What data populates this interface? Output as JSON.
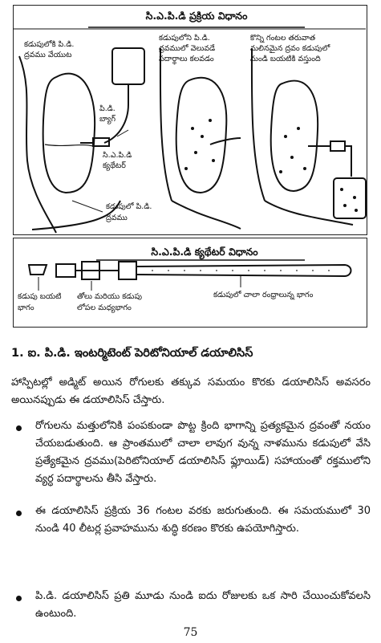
{
  "figure_top": {
    "title": "సి.ఎ.పి.డి ప్రక్రియ విధానం",
    "labels": {
      "l1a": "కడుపులోకి పి.డి.",
      "l1b": "ద్రవము వేయుట",
      "l2a": "కడుపులోని పి.డి.",
      "l2b": "ద్రవములో వెలువడే",
      "l2c": "పదార్థాలు కలవడం",
      "l3a": "కొన్ని గంటల తరువాత",
      "l3b": "మలినమైన ద్రవం కడుపులో",
      "l3c": "నుండి బయటికి వస్తుంది",
      "bag_a": "పి.డి.",
      "bag_b": "బ్యాగ్",
      "cath_a": "సి.ఎ.పి.డి",
      "cath_b": "క్యథేటర్",
      "fluid_a": "కడుపులో పి.డి.",
      "fluid_b": "ద్రవము"
    }
  },
  "figure_bottom": {
    "title": "సి.ఎ.పి.డి క్యథేటర్ విధానం",
    "labels": {
      "b1a": "కడుపు బయటి",
      "b1b": "భాగం",
      "b2a": "తోలు మరియు కడుపు",
      "b2b": "లోపల మధ్యభాగం",
      "b3": "కడుపులో చాలా రంధ్రాలున్న భాగం"
    }
  },
  "section": {
    "heading": "1. ఐ. పి.డి. ఇంటర్మిటెంట్ పెరిటోనియాల్ డయాలిసిస్",
    "intro": "హాస్పిటల్లో అడ్మిట్ అయిన రోగులకు తక్కువ సమయం కొరకు డయాలిసిస్ అవసరం అయినప్పుడు ఈ డయాలిసిస్ చేస్తారు.",
    "bullets": [
      "రోగులను మత్తులోనికి పంపకుండా పొట్ట క్రింది భాగాన్ని ప్రత్యకమైన ద్రవంతో నయం చేయబడుతుంది. ఆ ప్రాంతములో చాలా లావుగ వున్న నాళమును కడుపులో వేసి ప్రత్యేకమైన ద్రవము(పెరిటోనియాల్ డయాలిసిస్ ఫ్లూయిడ్) సహాయంతో రక్తములోని వ్యర్ధ పదార్థాలను తీసి వేస్తారు.",
      "ఈ డయాలిసిస్ ప్రక్రియ 36 గంటల వరకు జరుగుతుంది. ఈ సమయములో 30 నుండి 40 లీటర్ల ప్రవాహమును శుద్ధి కరణం కొరకు ఉపయోగిస్తారు.",
      "పి.డి. డయాలిసిస్ ప్రతి మూడు నుండి ఐదు రోజులకు ఒక సారి చేయించుకోవలసి ఉంటుంది."
    ]
  },
  "page_number": "75"
}
